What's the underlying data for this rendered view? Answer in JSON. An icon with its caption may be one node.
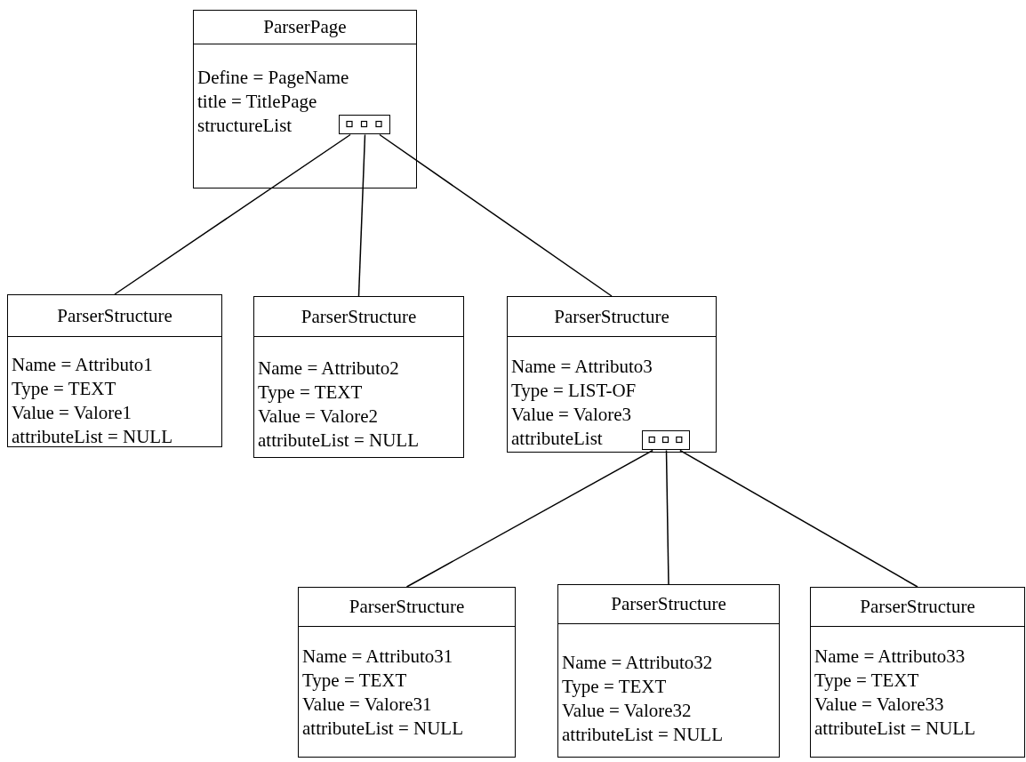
{
  "diagram": {
    "nodes": [
      {
        "text": [
          "ParserPage",
          "Define = PageName",
          "title = TitlePage",
          "structureList"
        ]
      },
      {
        "text": [],
        "shape": "box",
        "in": 0
      },
      {
        "text": [
          "ParserStructure",
          "Name = Attributo1",
          "Type = TEXT",
          "Value = Valore1",
          "attributeList = NULL"
        ]
      },
      {
        "text": [
          "ParserStructure",
          "Name = Attributo2",
          "Type = TEXT",
          "Value = Valore2",
          "attributeList = NULL"
        ]
      },
      {
        "text": [
          "ParserStructure",
          "Name = Attributo3",
          "Type = LIST-OF",
          "Value = Valore3",
          "attributeList"
        ]
      },
      {
        "text": [],
        "shape": "box",
        "in": 4
      },
      {
        "text": [
          "ParserStructure",
          "Name = Attributo31",
          "Type = TEXT",
          "Value = Valore31",
          "attributeList = NULL"
        ]
      },
      {
        "text": [
          "ParserStructure",
          "Name = Attributo32",
          "Type = TEXT",
          "Value = Valore32",
          "attributeList = NULL"
        ]
      },
      {
        "text": [
          "ParserStructure",
          "Name = Attributo33",
          "Type = TEXT",
          "Value = Valore33",
          "attributeList = NULL"
        ]
      }
    ],
    "edges": [
      {
        "from": 1,
        "to": 2,
        "arrow": "none"
      },
      {
        "from": 1,
        "to": 3,
        "arrow": "none"
      },
      {
        "from": 1,
        "to": 4,
        "arrow": "none"
      },
      {
        "from": 5,
        "to": 6,
        "arrow": "none"
      },
      {
        "from": 5,
        "to": 7,
        "arrow": "none"
      },
      {
        "from": 5,
        "to": 8,
        "arrow": "none"
      }
    ]
  }
}
